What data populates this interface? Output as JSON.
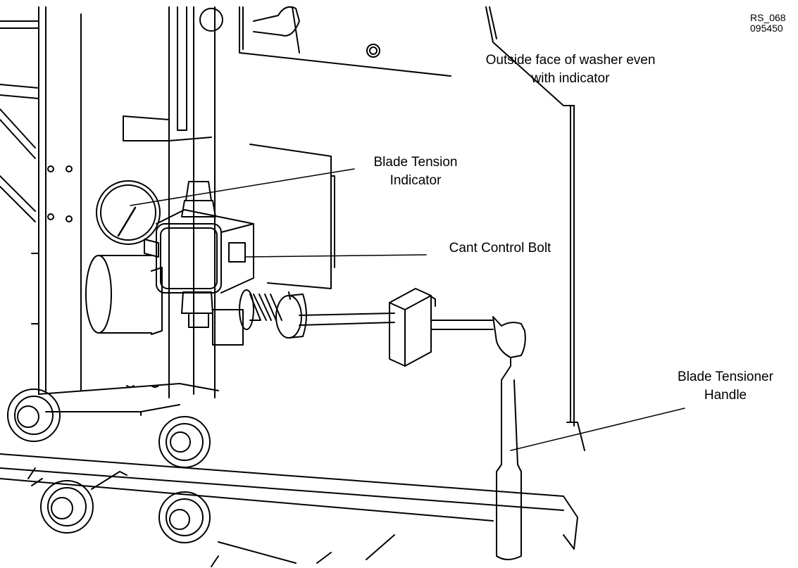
{
  "reference": {
    "line1": "RS_068",
    "line2": "095450"
  },
  "callouts": {
    "washer": {
      "line1": "Outside face of washer even",
      "line2": "with indicator"
    },
    "indicator": {
      "line1": "Blade Tension",
      "line2": "Indicator"
    },
    "cant": {
      "line1": "Cant Control Bolt"
    },
    "handle": {
      "line1": "Blade Tensioner",
      "line2": "Handle"
    }
  }
}
